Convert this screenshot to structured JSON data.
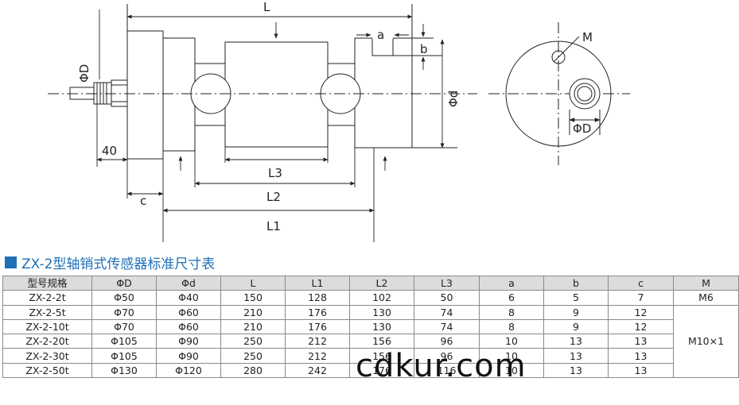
{
  "drawing": {
    "labels": {
      "L": "L",
      "a": "a",
      "b": "b",
      "phi_D_left": "ΦD",
      "phi_d": "Φd",
      "forty": "40",
      "c": "c",
      "L3": "L3",
      "L2": "L2",
      "L1": "L1",
      "M": "M",
      "phi_D_right": "ΦD"
    }
  },
  "section": {
    "title": "ZX-2型轴销式传感器标准尺寸表",
    "marker_color": "#1e6fb8"
  },
  "table": {
    "headers": [
      "型号规格",
      "ΦD",
      "Φd",
      "L",
      "L1",
      "L2",
      "L3",
      "a",
      "b",
      "c",
      "M"
    ],
    "rows": [
      [
        "ZX-2-2t",
        "Φ50",
        "Φ40",
        "150",
        "128",
        "102",
        "50",
        "6",
        "5",
        "7"
      ],
      [
        "ZX-2-5t",
        "Φ70",
        "Φ60",
        "210",
        "176",
        "130",
        "74",
        "8",
        "9",
        "12"
      ],
      [
        "ZX-2-10t",
        "Φ70",
        "Φ60",
        "210",
        "176",
        "130",
        "74",
        "8",
        "9",
        "12"
      ],
      [
        "ZX-2-20t",
        "Φ105",
        "Φ90",
        "250",
        "212",
        "156",
        "96",
        "10",
        "13",
        "13"
      ],
      [
        "ZX-2-30t",
        "Φ105",
        "Φ90",
        "250",
        "212",
        "156",
        "96",
        "10",
        "13",
        "13"
      ],
      [
        "ZX-2-50t",
        "Φ130",
        "Φ120",
        "280",
        "242",
        "176",
        "116",
        "10",
        "13",
        "13"
      ]
    ],
    "m_first": "M6",
    "m_rest": "M10×1"
  },
  "watermark": "cdkur.com"
}
